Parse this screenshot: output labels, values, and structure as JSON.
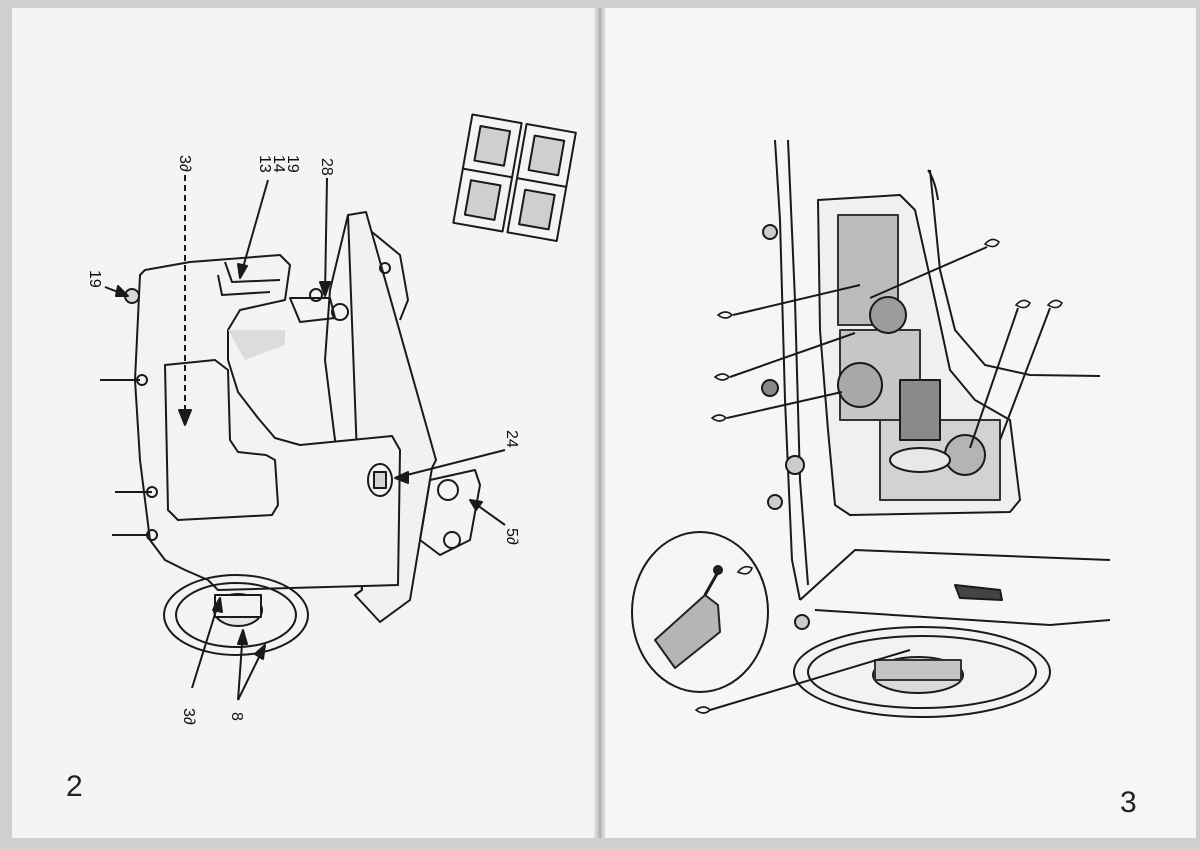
{
  "left_page": {
    "page_number": "2",
    "callouts": {
      "c19_top": "19",
      "c13_14_19": "13\n14\n19",
      "c28": "28",
      "c3_top": "3∂",
      "c24": "24",
      "c5": "5∂",
      "c3_bottom": "3∂",
      "c8": "8"
    }
  },
  "right_page": {
    "page_number": "3",
    "oil_drop_icon": "oil-drop-icon"
  },
  "colors": {
    "paper": "#f4f4f2",
    "ink": "#1a1a1a",
    "shade": "#cfcfcf"
  }
}
